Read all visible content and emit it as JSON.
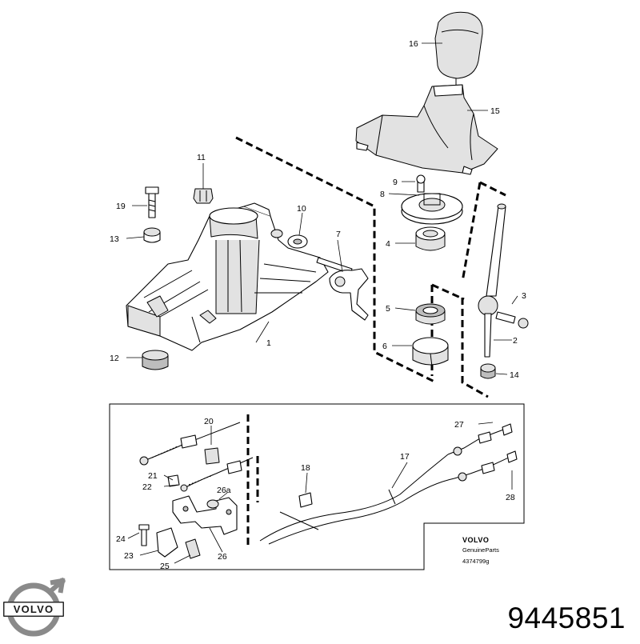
{
  "callouts": {
    "c1": "1",
    "c2": "2",
    "c3": "3",
    "c4": "4",
    "c5": "5",
    "c6": "6",
    "c7": "7",
    "c8": "8",
    "c9": "9",
    "c10": "10",
    "c11": "11",
    "c12": "12",
    "c13": "13",
    "c14": "14",
    "c15": "15",
    "c16": "16",
    "c17": "17",
    "c18": "18",
    "c20": "20",
    "c21": "21",
    "c22": "22",
    "c23": "23",
    "c24": "24",
    "c25": "25",
    "c26": "26",
    "c26a": "26a",
    "c27": "27",
    "c28": "28",
    "c19": "19"
  },
  "inset_brand": {
    "name": "VOLVO",
    "subtitle": "GenuineParts",
    "code": "4374799g"
  },
  "logo": {
    "text": "VOLVO"
  },
  "part_number": "9445851"
}
